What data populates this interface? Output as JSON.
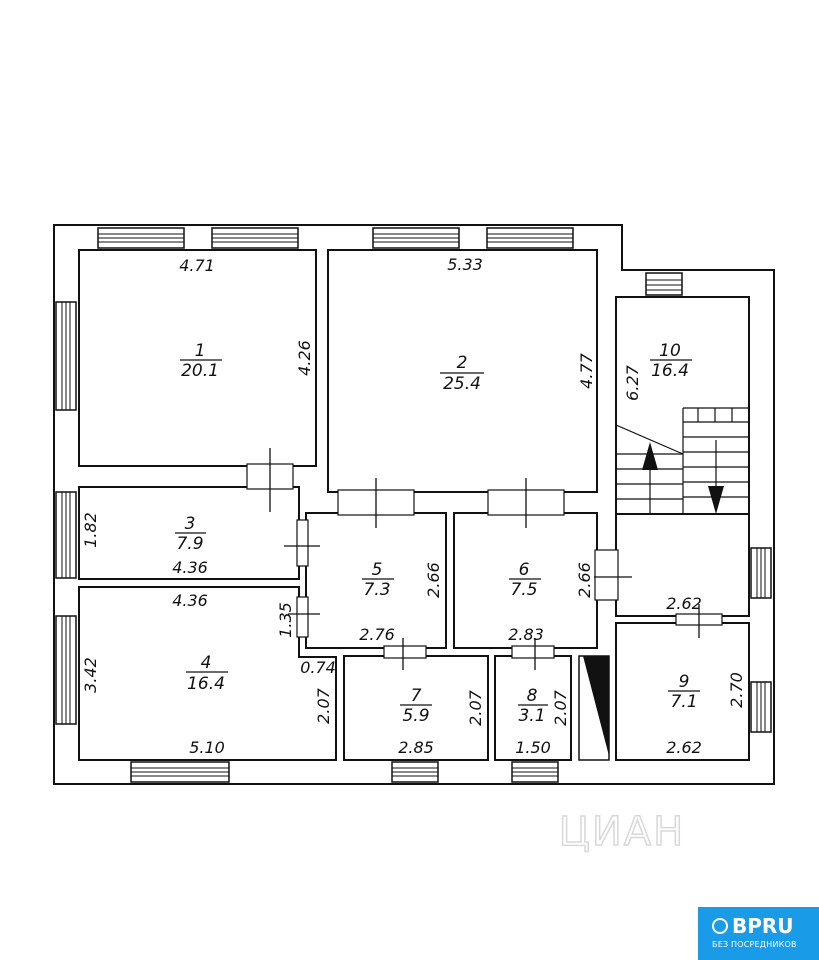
{
  "rooms": [
    {
      "id": "1",
      "number": "1",
      "area": "20.1"
    },
    {
      "id": "2",
      "number": "2",
      "area": "25.4"
    },
    {
      "id": "3",
      "number": "3",
      "area": "7.9"
    },
    {
      "id": "4",
      "number": "4",
      "area": "16.4"
    },
    {
      "id": "5",
      "number": "5",
      "area": "7.3"
    },
    {
      "id": "6",
      "number": "6",
      "area": "7.5"
    },
    {
      "id": "7",
      "number": "7",
      "area": "5.9"
    },
    {
      "id": "8",
      "number": "8",
      "area": "3.1"
    },
    {
      "id": "9",
      "number": "9",
      "area": "7.1"
    },
    {
      "id": "10",
      "number": "10",
      "area": "16.4"
    }
  ],
  "dimensions": {
    "r1_w": "4.71",
    "r1_h": "4.26",
    "r2_w": "5.33",
    "r2_h": "4.77",
    "r10_h": "6.27",
    "r3_h": "1.82",
    "r3_w": "4.36",
    "r4_top": "4.36",
    "r4_h": "3.42",
    "r4_w": "5.10",
    "r4_right": "2.07",
    "r4_notch": "0.74",
    "r4_step": "1.35",
    "r5_h": "2.66",
    "r5_w": "2.76",
    "r6_h": "2.66",
    "r6_w": "2.83",
    "hall_w": "2.62",
    "r7_h": "2.07",
    "r7_w": "2.85",
    "r8_h": "2.07",
    "r8_w": "1.50",
    "r9_h": "2.70",
    "r9_w": "2.62"
  },
  "watermark": "ЦИАН",
  "badge": {
    "logo": "BPRU",
    "subtitle": "БЕЗ ПОСРЕДНИКОВ"
  }
}
